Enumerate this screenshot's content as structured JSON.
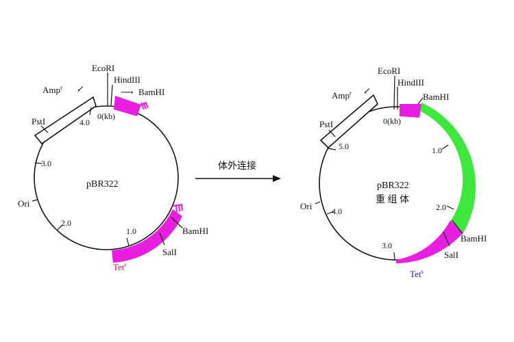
{
  "colors": {
    "magenta": "#e81ee0",
    "green": "#3de83d",
    "tet_r_label": "#c0143c",
    "tet_s_label": "#1a1ab4"
  },
  "left_plasmid": {
    "name": "pBR322",
    "start_label": "0(kb)",
    "ticks": [
      "1.0",
      "2.0",
      "3.0",
      "4.0"
    ],
    "sites": {
      "ecori": "EcoRI",
      "hindiii": "HindIII",
      "bamhi_top": "BamHI",
      "psti": "PstI",
      "ori": "Ori",
      "bamhi": "BamHI",
      "sali": "SalI"
    },
    "genes": {
      "amp_base": "Amp",
      "amp_sup": "r",
      "tet_base": "Tet",
      "tet_sup": "r"
    }
  },
  "process_arrow_label": "体外连接",
  "right_plasmid": {
    "name": "pBR322",
    "subtitle": "重 组 体",
    "start_label": "0(kb)",
    "ticks": [
      "1.0",
      "2.0",
      "3.0",
      "4.0",
      "5.0"
    ],
    "sites": {
      "ecori": "EcoRI",
      "hindiii": "HindIII",
      "bamhi_top": "BamHI",
      "psti": "PstI",
      "ori": "Ori",
      "bamhi": "BamHI",
      "sali": "SalI"
    },
    "genes": {
      "amp_base": "Amp",
      "amp_sup": "r",
      "tet_base": "Tet",
      "tet_sup": "s"
    }
  }
}
